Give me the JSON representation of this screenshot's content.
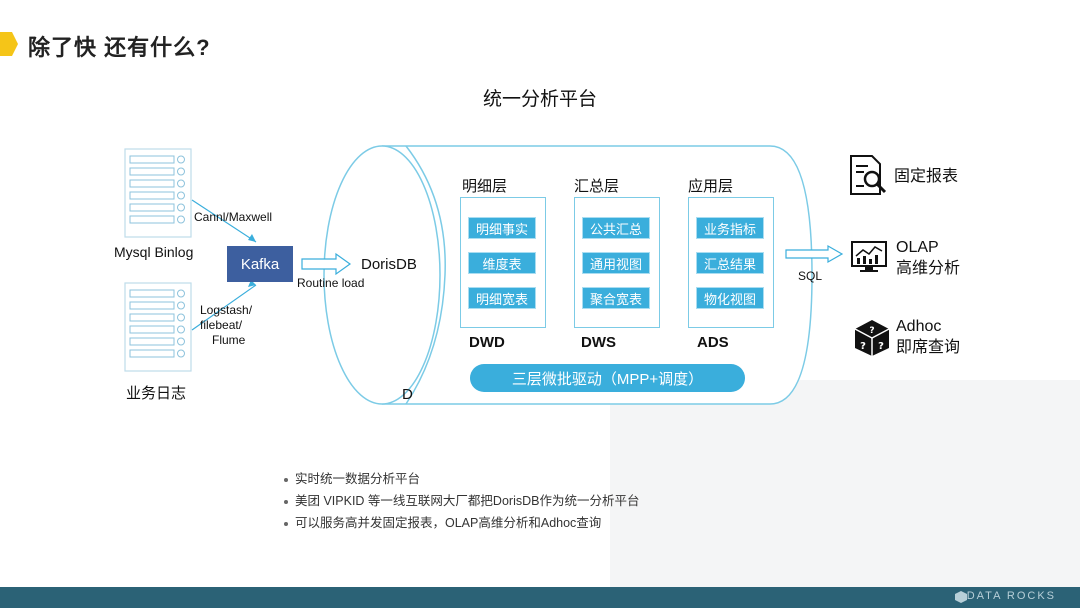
{
  "header": {
    "title": "除了快 还有什么?",
    "accent_color": "#f5c518"
  },
  "diagram": {
    "title": "统一分析平台",
    "sources": {
      "mysql_label": "Mysql Binlog",
      "mysql_connector": "Cannl/Maxwell",
      "log_label": "业务日志",
      "log_connector_line1": "Logstash/",
      "log_connector_line2": "filebeat/",
      "log_connector_line3": "Flume"
    },
    "kafka_label": "Kafka",
    "routine_load_label": "Routine load",
    "doris_label": "DorisDB",
    "doris_cut_letter": "D",
    "layers": [
      {
        "head": "明细层",
        "items": [
          "明细事实",
          "维度表",
          "明细宽表"
        ],
        "foot": "DWD"
      },
      {
        "head": "汇总层",
        "items": [
          "公共汇总",
          "通用视图",
          "聚合宽表"
        ],
        "foot": "DWS"
      },
      {
        "head": "应用层",
        "items": [
          "业务指标",
          "汇总结果",
          "物化视图"
        ],
        "foot": "ADS"
      }
    ],
    "banner": "三层微批驱动（MPP+调度）",
    "sql_label": "SQL",
    "outputs": {
      "report": "固定报表",
      "olap_line1": "OLAP",
      "olap_line2": "高维分析",
      "adhoc_line1": "Adhoc",
      "adhoc_line2": "即席查询"
    }
  },
  "bullets": [
    "实时统一数据分析平台",
    "美团 VIPKID 等一线互联网大厂都把DorisDB作为统一分析平台",
    "可以服务高并发固定报表，OLAP高维分析和Adhoc查询"
  ],
  "footer": {
    "brand": "DATA ROCKS"
  },
  "colors": {
    "box": "#3aaedc",
    "kafka": "#3d5f9f",
    "border": "#7ccbe6",
    "footer": "#2b6276"
  }
}
